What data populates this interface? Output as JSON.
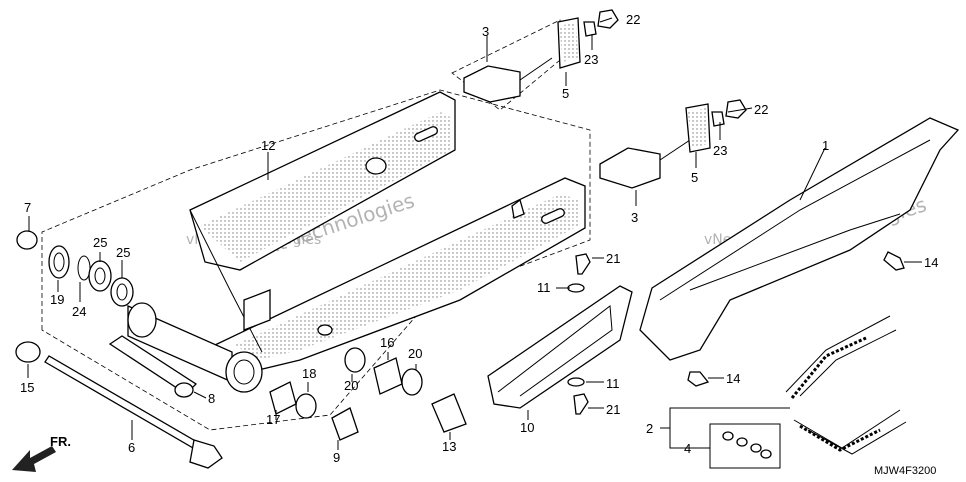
{
  "diagram": {
    "code": "MJW4F3200",
    "front_label": "FR.",
    "watermark": "vNext Technologies",
    "callouts": [
      "1",
      "2",
      "3",
      "3",
      "4",
      "5",
      "5",
      "6",
      "7",
      "8",
      "9",
      "10",
      "11",
      "11",
      "12",
      "13",
      "14",
      "14",
      "15",
      "16",
      "17",
      "18",
      "19",
      "20",
      "20",
      "21",
      "21",
      "22",
      "22",
      "23",
      "23",
      "24",
      "25",
      "25"
    ]
  }
}
